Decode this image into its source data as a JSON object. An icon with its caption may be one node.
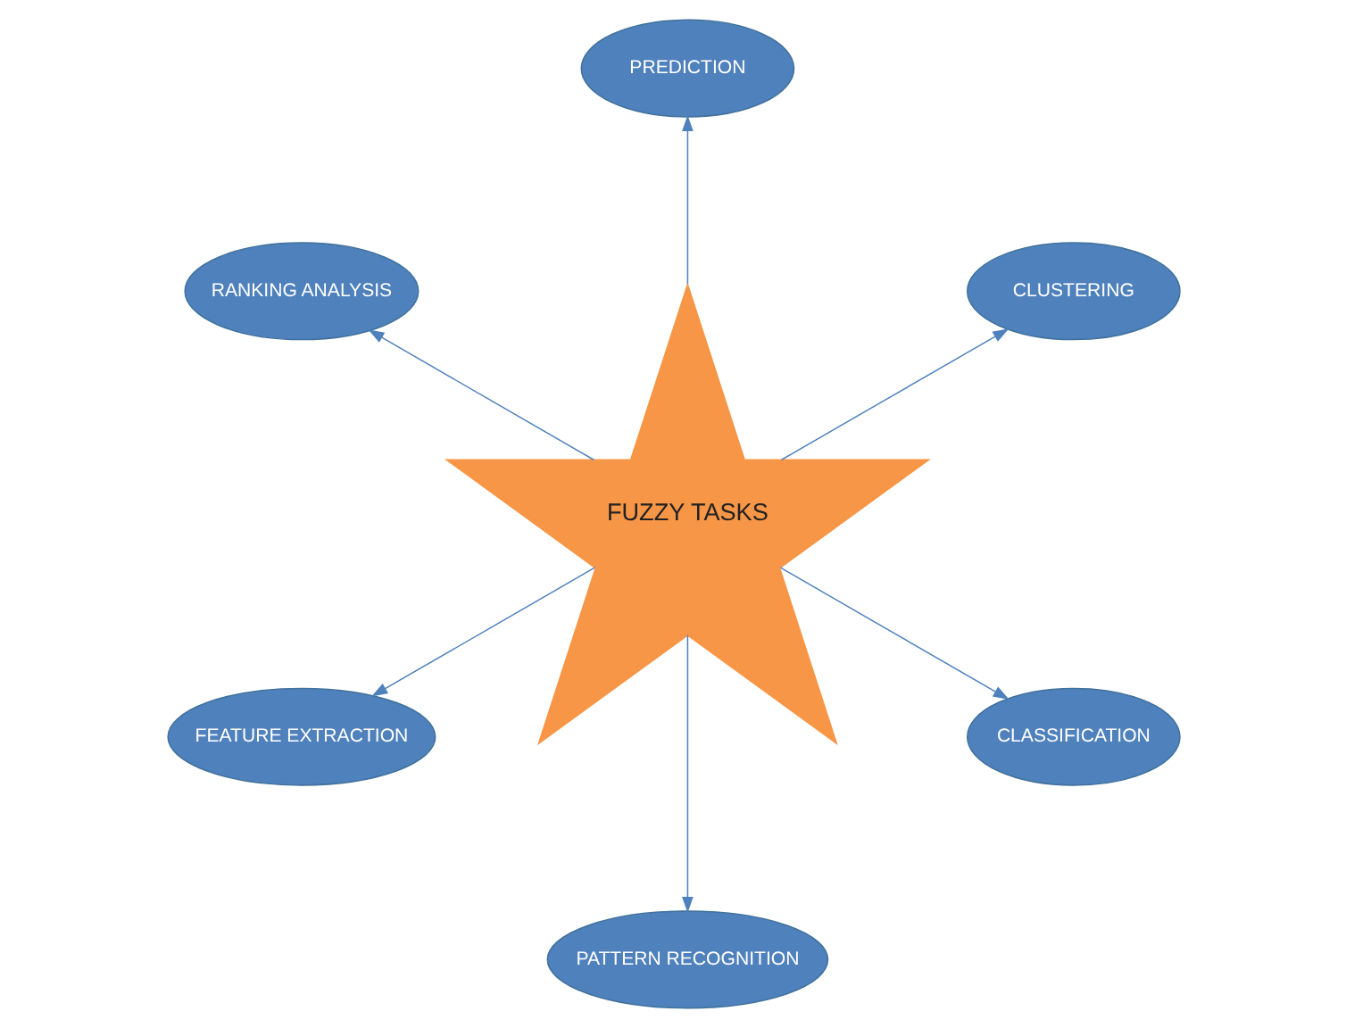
{
  "diagram": {
    "nodes": [
      {
        "text": [
          "FUZZY TASKS"
        ]
      },
      {
        "text": [
          "CLUSTERING"
        ]
      },
      {
        "text": [
          "PREDICTION"
        ]
      },
      {
        "text": [
          "RANKING ANALYSIS"
        ]
      },
      {
        "text": [
          "FEATURE EXTRACTION"
        ]
      },
      {
        "text": [
          "PATTERN RECOGNITION"
        ]
      },
      {
        "text": [
          "CLASSIFICATION"
        ]
      }
    ],
    "edges": [
      {
        "from": 0,
        "to": 1,
        "arrow": "to"
      },
      {
        "from": 0,
        "to": 3,
        "arrow": "to"
      },
      {
        "from": 0,
        "to": 5,
        "arrow": "to"
      },
      {
        "from": 0,
        "to": 6,
        "arrow": "to"
      },
      {
        "from": 0,
        "to": 4,
        "arrow": "to"
      },
      {
        "from": 0,
        "to": 2,
        "arrow": "to"
      }
    ]
  }
}
